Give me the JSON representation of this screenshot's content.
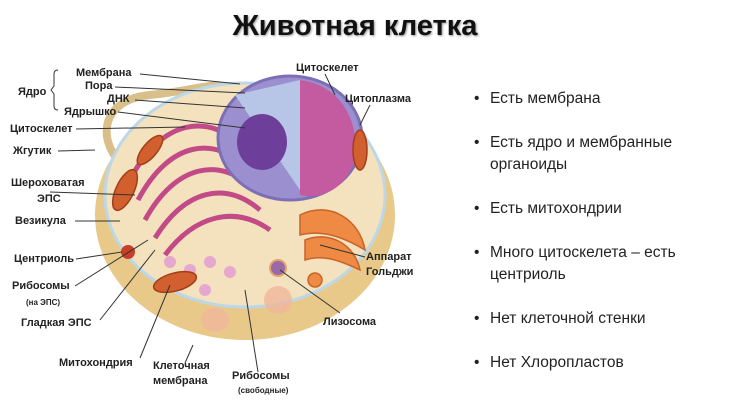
{
  "title": "Животная клетка",
  "labels": {
    "nucleus": "Ядро",
    "membrane": "Мембрана",
    "pore": "Пора",
    "dna": "ДНК",
    "nucleolus": "Ядрышко",
    "cytoskeleton_left": "Цитоскелет",
    "flagellum": "Жгутик",
    "rough_er_1": "Шероховатая",
    "rough_er_2": "ЭПС",
    "vesicle": "Везикула",
    "centriole": "Центриоль",
    "ribosomes_er": "Рибосомы",
    "ribosomes_er_note": "(на ЭПС)",
    "smooth_er": "Гладкая ЭПС",
    "mitochondrion": "Митохондрия",
    "cell_membrane_1": "Клеточная",
    "cell_membrane_2": "мембрана",
    "ribosomes_free": "Рибосомы",
    "ribosomes_free_note": "(свободные)",
    "lysosome": "Лизосома",
    "golgi_1": "Аппарат",
    "golgi_2": "Гольджи",
    "cytoskeleton_top": "Цитоскелет",
    "cytoplasm": "Цитоплазма"
  },
  "bullets": [
    "Есть мембрана",
    "Есть ядро и мембранные органоиды",
    "Есть митохондрии",
    "Много цитоскелета – есть центриоль",
    "Нет клеточной стенки",
    "Нет Хлоропластов"
  ]
}
